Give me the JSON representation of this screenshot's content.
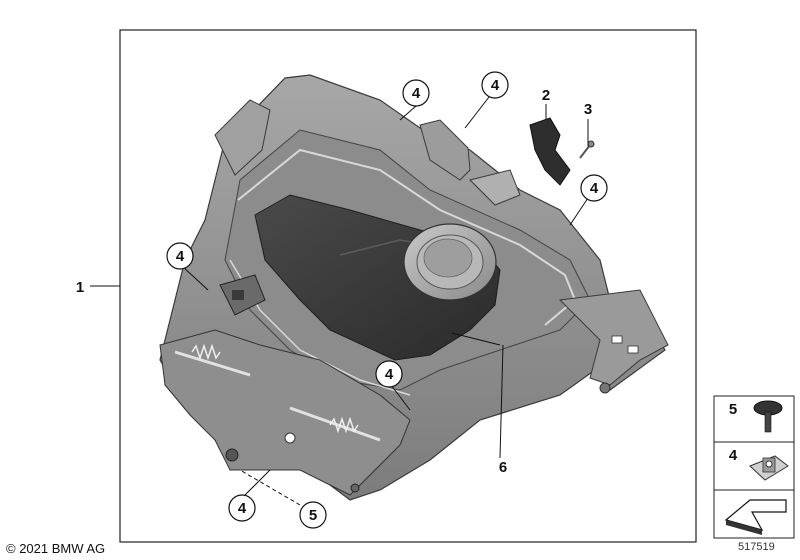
{
  "callouts": {
    "c1": "1",
    "c2": "2",
    "c3": "3",
    "c4": "4",
    "c5": "5",
    "c6": "6"
  },
  "legend": {
    "item_a": "5",
    "item_b": "4"
  },
  "footer": {
    "copyright": "© 2021 BMW AG",
    "image_number": "517519"
  }
}
